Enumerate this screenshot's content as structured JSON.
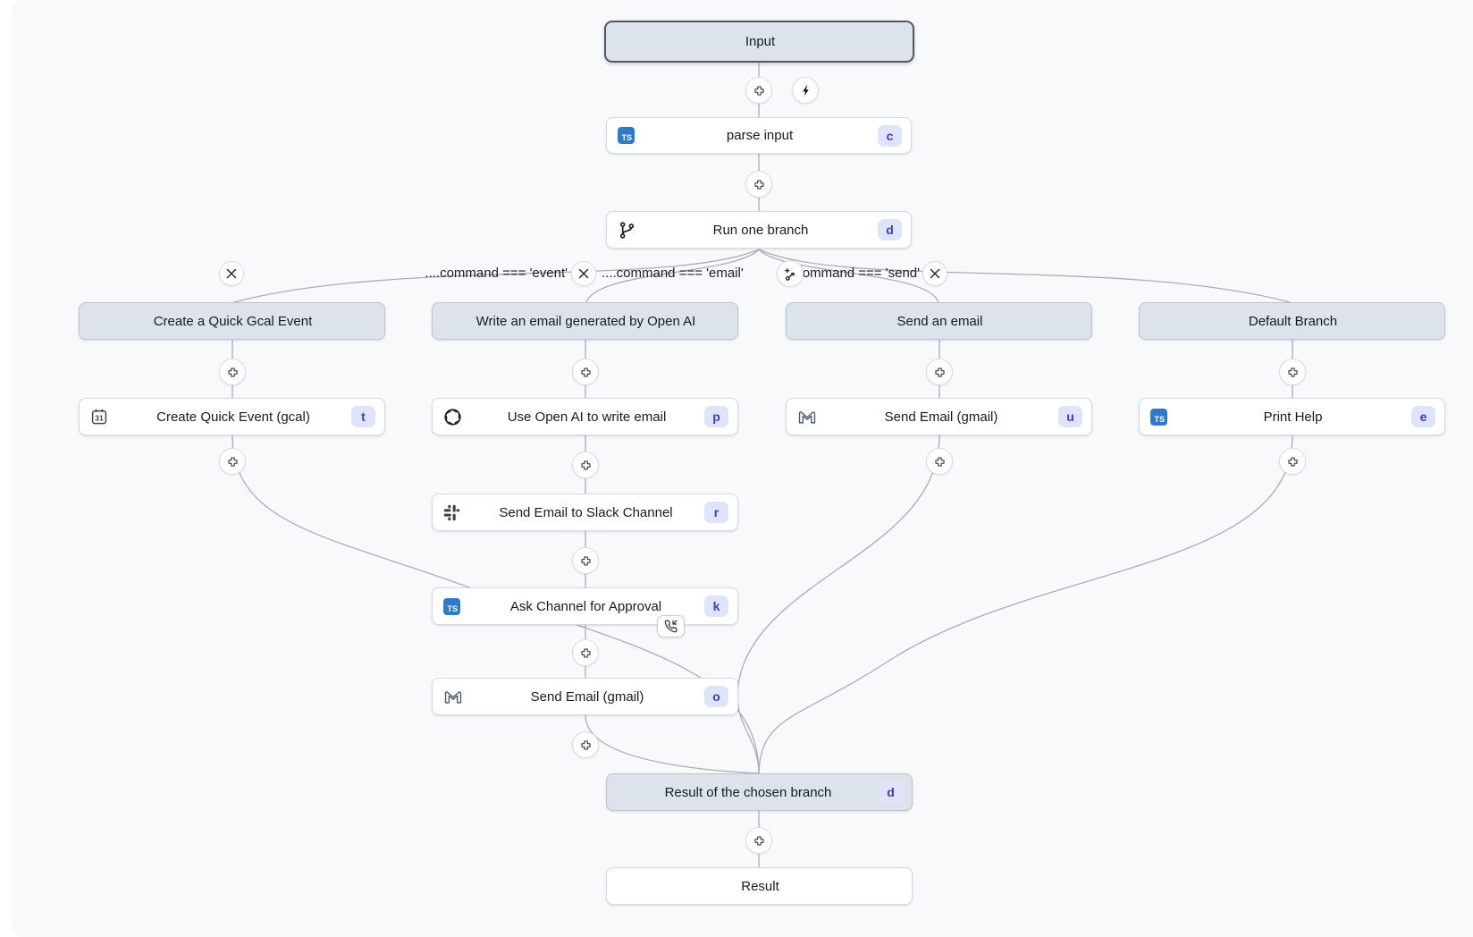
{
  "app": {
    "view": "flow-editor-canvas"
  },
  "branch_conditions": [
    {
      "text": "....command === 'event'"
    },
    {
      "text": "....command === 'email'"
    },
    {
      "text": "....command === 'send'"
    }
  ],
  "nodes": {
    "input": {
      "label": "Input",
      "selected": true
    },
    "parse_input": {
      "label": "parse input",
      "badge": "c",
      "icon": "typescript-icon",
      "icon_text": "TS"
    },
    "run_one_branch": {
      "label": "Run one branch",
      "badge": "d",
      "icon": "git-branch-icon"
    },
    "header_gcal": {
      "label": "Create a Quick Gcal Event"
    },
    "header_openai": {
      "label": "Write an email generated by Open AI"
    },
    "header_send_email": {
      "label": "Send an email"
    },
    "header_default": {
      "label": "Default Branch"
    },
    "create_quick_event": {
      "label": "Create Quick Event (gcal)",
      "badge": "t",
      "icon": "calendar-icon",
      "icon_text": "31"
    },
    "use_openai": {
      "label": "Use Open AI to write email",
      "badge": "p",
      "icon": "openai-icon"
    },
    "send_slack": {
      "label": "Send Email to Slack Channel",
      "badge": "r",
      "icon": "slack-icon"
    },
    "ask_approval": {
      "label": "Ask Channel for Approval",
      "badge": "k",
      "icon": "typescript-icon",
      "icon_text": "TS",
      "overlay_icon": "phone-incoming-icon"
    },
    "send_gmail_approval": {
      "label": "Send Email (gmail)",
      "badge": "o",
      "icon": "gmail-icon"
    },
    "send_gmail_direct": {
      "label": "Send Email (gmail)",
      "badge": "u",
      "icon": "gmail-icon"
    },
    "print_help": {
      "label": "Print Help",
      "badge": "e",
      "icon": "typescript-icon",
      "icon_text": "TS"
    },
    "result_branch": {
      "label": "Result of the chosen branch",
      "badge": "d"
    },
    "result": {
      "label": "Result"
    }
  },
  "buttons": {
    "add_step": "insert-step-plus",
    "trigger": "lightning-trigger",
    "delete_branch": "remove-branch-x",
    "add_branch": "add-branch"
  },
  "colors": {
    "canvas_bg": "#f8f9fb",
    "node_border": "#d5dade",
    "header_fill": "#dde3ea",
    "selected_border": "#4e5963",
    "badge_bg": "#e0e4fb",
    "badge_text": "#3d3db2",
    "edge": "#a9aeb6",
    "typescript_blue": "#2f7cc4"
  }
}
